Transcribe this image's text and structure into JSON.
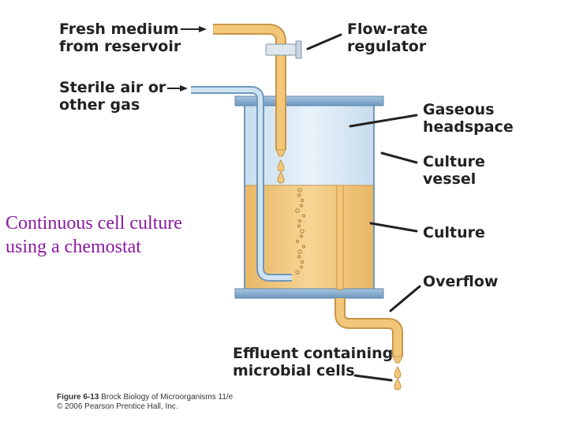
{
  "title": {
    "line1": "Continuous cell culture",
    "line2": "using a chemostat"
  },
  "labels": {
    "fresh_medium": {
      "line1": "Fresh medium",
      "line2": "from reservoir"
    },
    "flow_rate": {
      "line1": "Flow-rate",
      "line2": "regulator"
    },
    "sterile_air": {
      "line1": "Sterile air or",
      "line2": "other gas"
    },
    "gaseous": {
      "line1": "Gaseous",
      "line2": "headspace"
    },
    "vessel": {
      "line1": "Culture",
      "line2": "vessel"
    },
    "culture": {
      "line1": "Culture"
    },
    "overflow": {
      "line1": "Overflow"
    },
    "effluent": {
      "line1": "Effluent containing",
      "line2": "microbial cells"
    }
  },
  "caption": {
    "figure": "Figure 6-13",
    "book": "Brock Biology of Microorganisms 11/e",
    "copyright": "© 2006 Pearson Prentice Hall, Inc."
  },
  "colors": {
    "medium": "#f2c77a",
    "medium_edge": "#c9964a",
    "glass": "#dcedf6",
    "glass_edge": "#6f98bb",
    "lid": "#7ea7cc",
    "tube_air": "#b9d7ec",
    "leader": "#222222",
    "title": "#8b1aa0"
  }
}
